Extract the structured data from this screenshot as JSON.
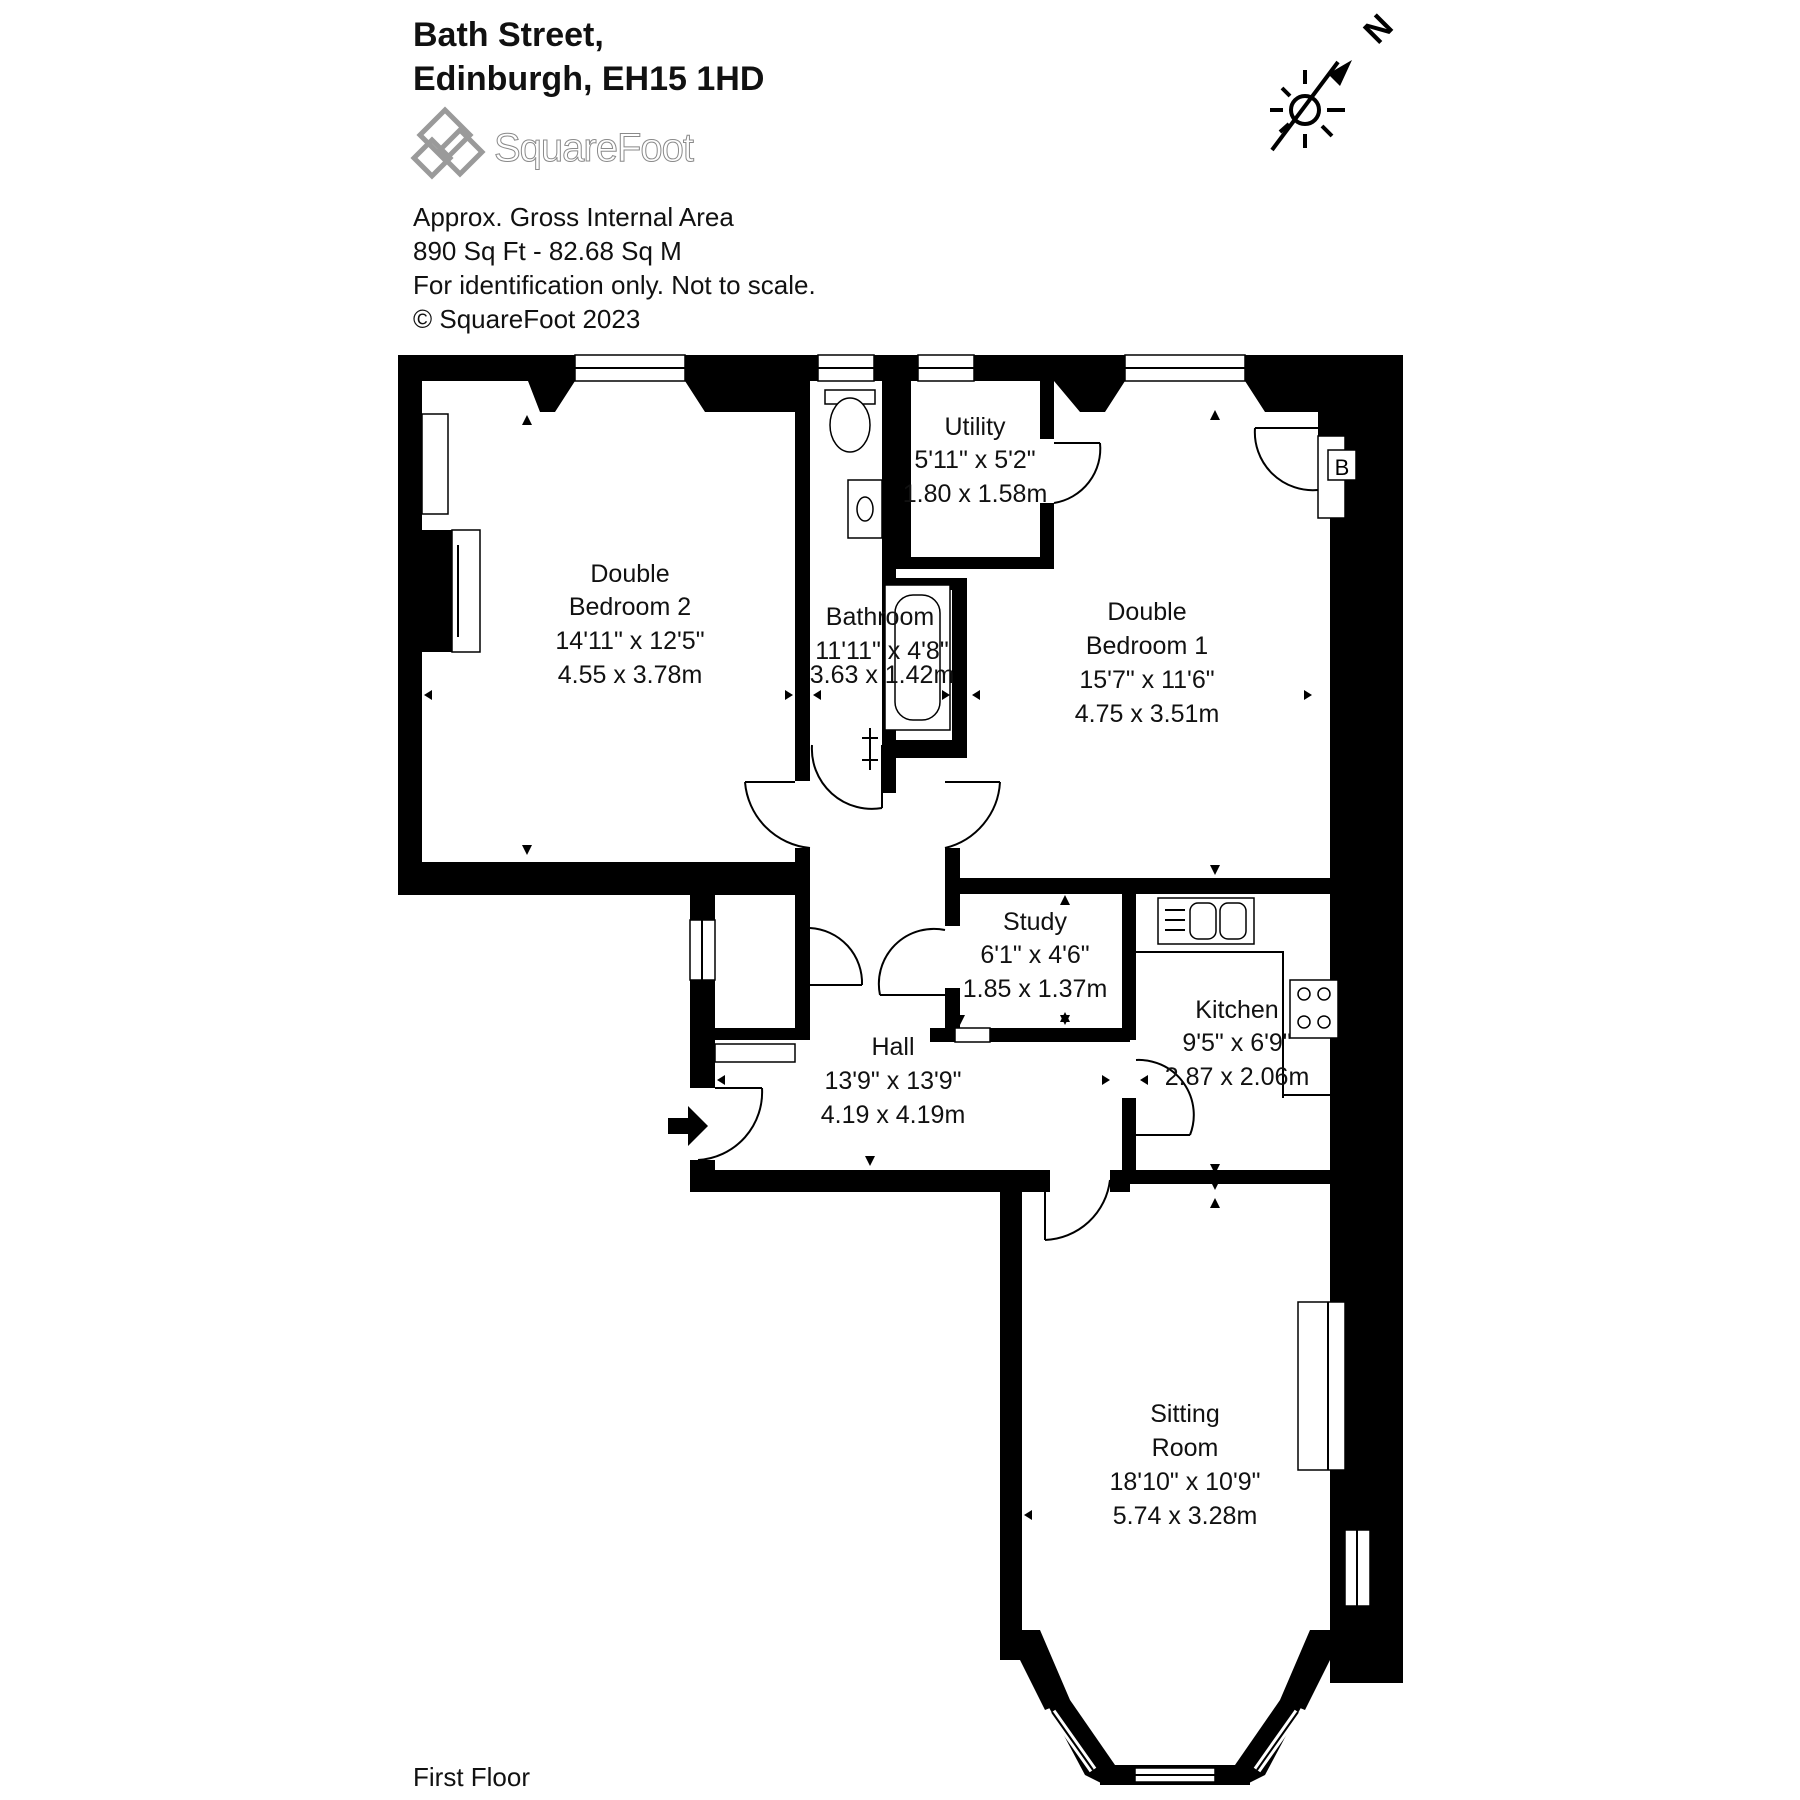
{
  "header": {
    "address_line1": "Bath Street,",
    "address_line2": "Edinburgh, EH15 1HD",
    "brand": "SquareFoot"
  },
  "info": {
    "line1": "Approx. Gross Internal Area",
    "line2": "890 Sq Ft  -  82.68 Sq M",
    "line3": "For identification only. Not to scale.",
    "line4": "© SquareFoot 2023"
  },
  "compass": {
    "label": "N"
  },
  "rooms": [
    {
      "id": "double-bedroom-2",
      "name": [
        "Double",
        "Bedroom 2"
      ],
      "imperial": "14'11\" x 12'5\"",
      "metric": "4.55 x 3.78m"
    },
    {
      "id": "bathroom",
      "name": [
        "Bathroom"
      ],
      "imperial": "11'11\" x 4'8\"",
      "metric": "3.63 x 1.42m"
    },
    {
      "id": "utility",
      "name": [
        "Utility"
      ],
      "imperial": "5'11\" x 5'2\"",
      "metric": "1.80 x 1.58m"
    },
    {
      "id": "double-bedroom-1",
      "name": [
        "Double",
        "Bedroom 1"
      ],
      "imperial": "15'7\" x 11'6\"",
      "metric": "4.75 x 3.51m"
    },
    {
      "id": "study",
      "name": [
        "Study"
      ],
      "imperial": "6'1\" x 4'6\"",
      "metric": "1.85 x 1.37m"
    },
    {
      "id": "kitchen",
      "name": [
        "Kitchen"
      ],
      "imperial": "9'5\" x 6'9\"",
      "metric": "2.87 x 2.06m"
    },
    {
      "id": "hall",
      "name": [
        "Hall"
      ],
      "imperial": "13'9\" x 13'9\"",
      "metric": "4.19 x 4.19m"
    },
    {
      "id": "sitting-room",
      "name": [
        "Sitting",
        "Room"
      ],
      "imperial": "18'10\" x 10'9\"",
      "metric": "5.74 x 3.28m"
    }
  ],
  "boiler_label": "B",
  "floor_label": "First Floor"
}
